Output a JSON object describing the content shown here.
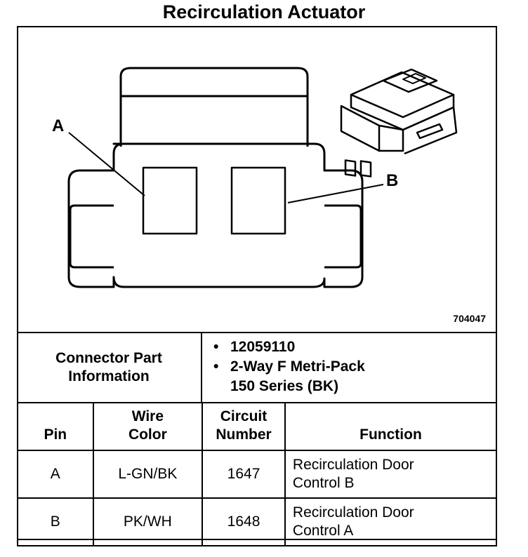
{
  "title": "Recirculation Actuator",
  "figure_id": "704047",
  "callouts": {
    "a": "A",
    "b": "B"
  },
  "connector_info": {
    "label_line1": "Connector Part",
    "label_line2": "Information",
    "items": [
      "12059110",
      "2-Way F Metri-Pack",
      "150 Series (BK)"
    ]
  },
  "pin_table": {
    "headers": {
      "pin": "Pin",
      "wire_line1": "Wire",
      "wire_line2": "Color",
      "circuit_line1": "Circuit",
      "circuit_line2": "Number",
      "function": "Function"
    },
    "rows": [
      {
        "pin": "A",
        "wire": "L-GN/BK",
        "circuit": "1647",
        "func_line1": "Recirculation Door",
        "func_line2": "Control B"
      },
      {
        "pin": "B",
        "wire": "PK/WH",
        "circuit": "1648",
        "func_line1": "Recirculation Door",
        "func_line2": "Control A"
      }
    ]
  }
}
